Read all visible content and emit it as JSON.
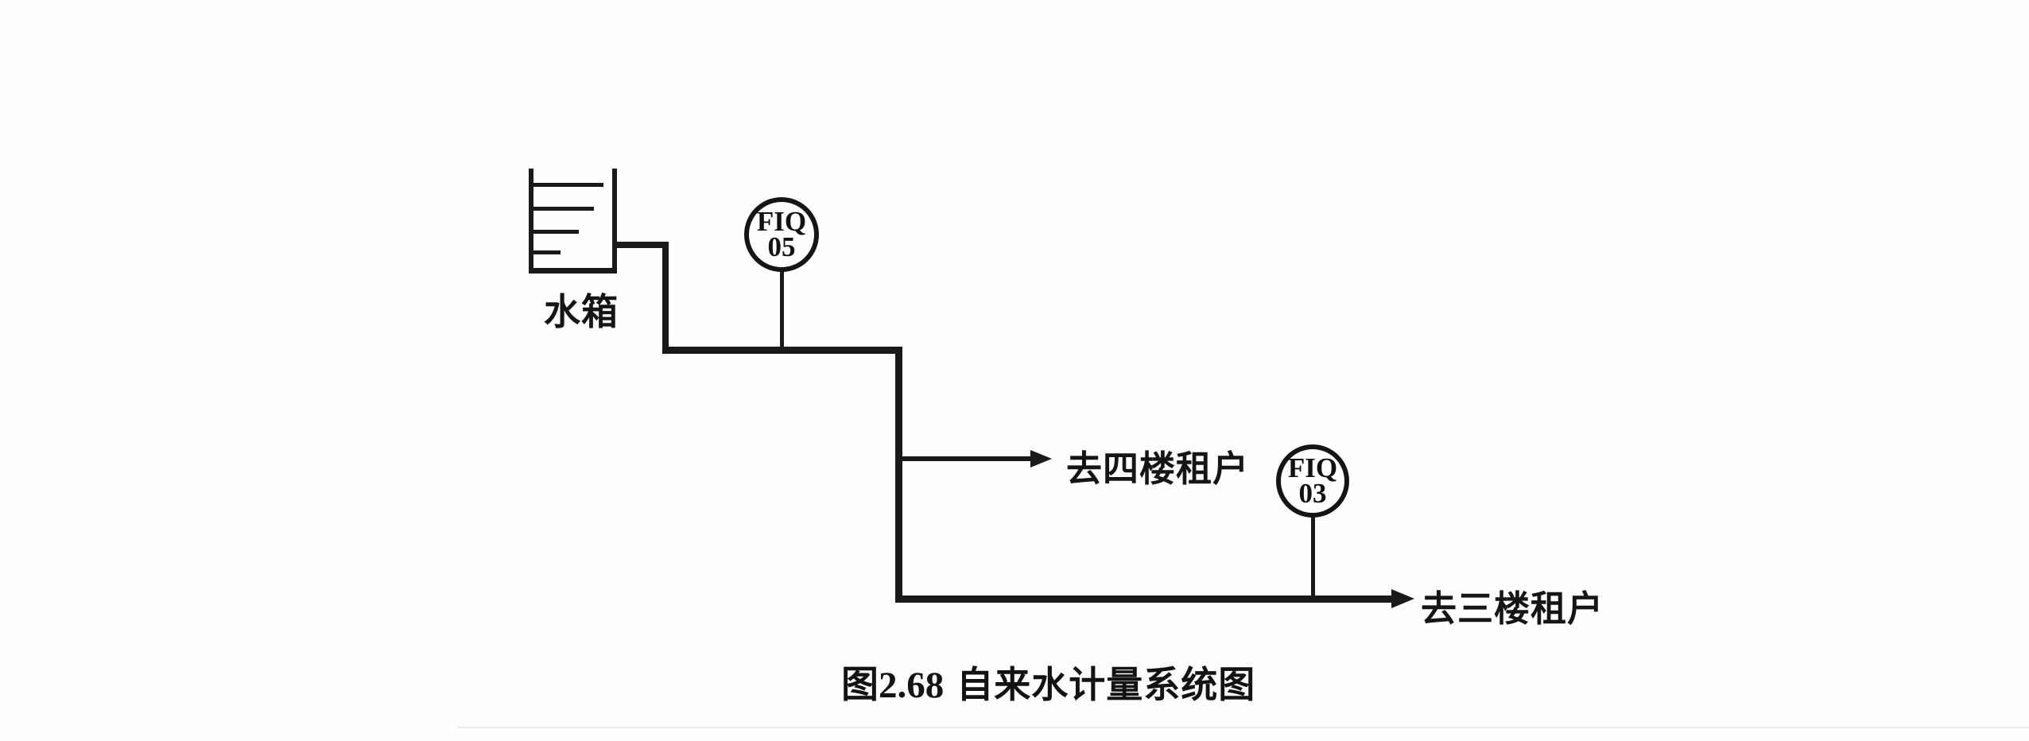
{
  "diagram": {
    "tank": {
      "label": "水箱"
    },
    "instruments": [
      {
        "id": "FIQ05",
        "line1": "FIQ",
        "line2": "05"
      },
      {
        "id": "FIQ03",
        "line1": "FIQ",
        "line2": "03"
      }
    ],
    "branches": [
      {
        "label": "去四楼租户"
      },
      {
        "label": "去三楼租户"
      }
    ],
    "caption": {
      "figure": "图2.68",
      "title": "自来水计量系统图"
    }
  },
  "colors": {
    "ink": "#1a1a1a",
    "background": "#fefefe"
  }
}
